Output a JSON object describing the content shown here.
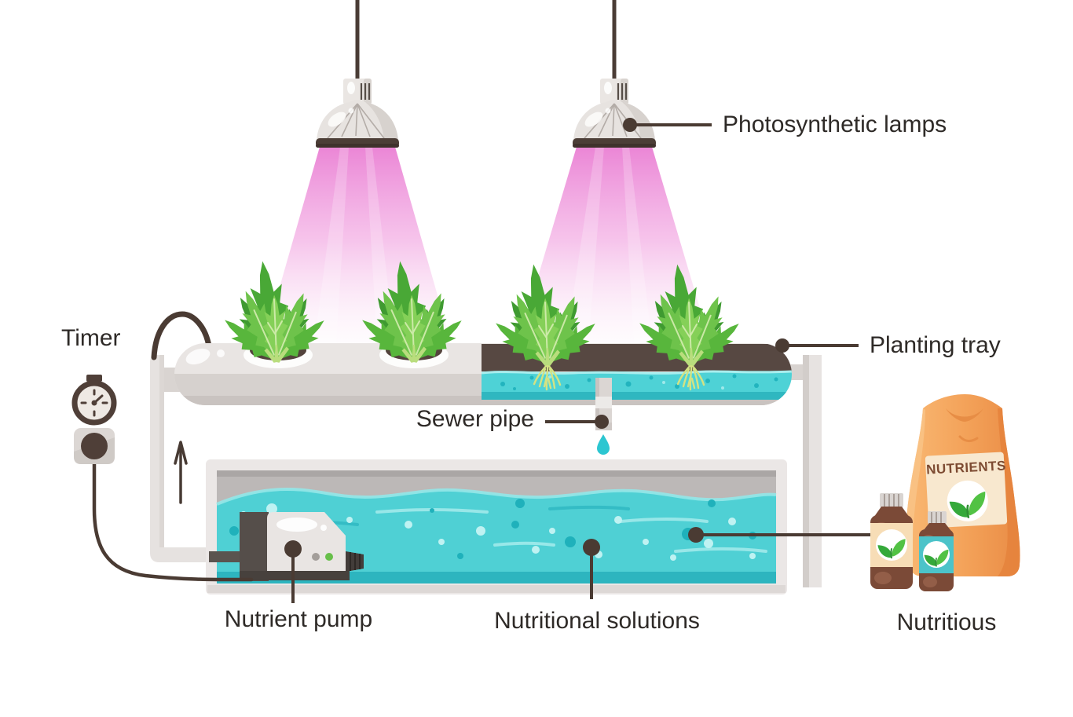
{
  "diagram": {
    "subject": "Hydroponics growing system infographic",
    "labels": {
      "photosynthetic_lamps": "Photosynthetic lamps",
      "timer": "Timer",
      "planting_tray": "Planting tray",
      "sewer_pipe": "Sewer pipe",
      "nutrient_pump": "Nutrient pump",
      "nutritional_solutions": "Nutritional solutions",
      "nutritious": "Nutritious"
    },
    "package_text": {
      "nutrients_bag": "NUTRIENTS"
    },
    "icons": [
      "grow-lamp-icon",
      "light-beam-icon",
      "lettuce-plant-icon",
      "roots-icon",
      "planting-tray-icon",
      "sewer-pipe-icon",
      "water-drop-icon",
      "stopwatch-icon",
      "power-outlet-icon",
      "supply-pipe-icon",
      "up-arrow-icon",
      "tank-icon",
      "water-icon",
      "pump-icon",
      "nutrients-bag-icon",
      "nutrient-bottle-icon",
      "sprout-icon"
    ],
    "colors": {
      "label_text": "#2e2a27",
      "callout_line": "#4a3b33",
      "beam_pink": "#ec82d8",
      "water_teal": "#4fd0d4",
      "water_dark_teal": "#2fb7c0",
      "plant_green": "#5cb83e",
      "root_yellow_green": "#d3e383",
      "tray_gray": "#e9e5e3",
      "soil_dark_brown": "#574842",
      "bag_orange": "#f4a55c",
      "bottle_brown": "#7b4a37",
      "bottle_label_teal": "#4cc3c9",
      "pump_green_led": "#67bf4a"
    }
  }
}
